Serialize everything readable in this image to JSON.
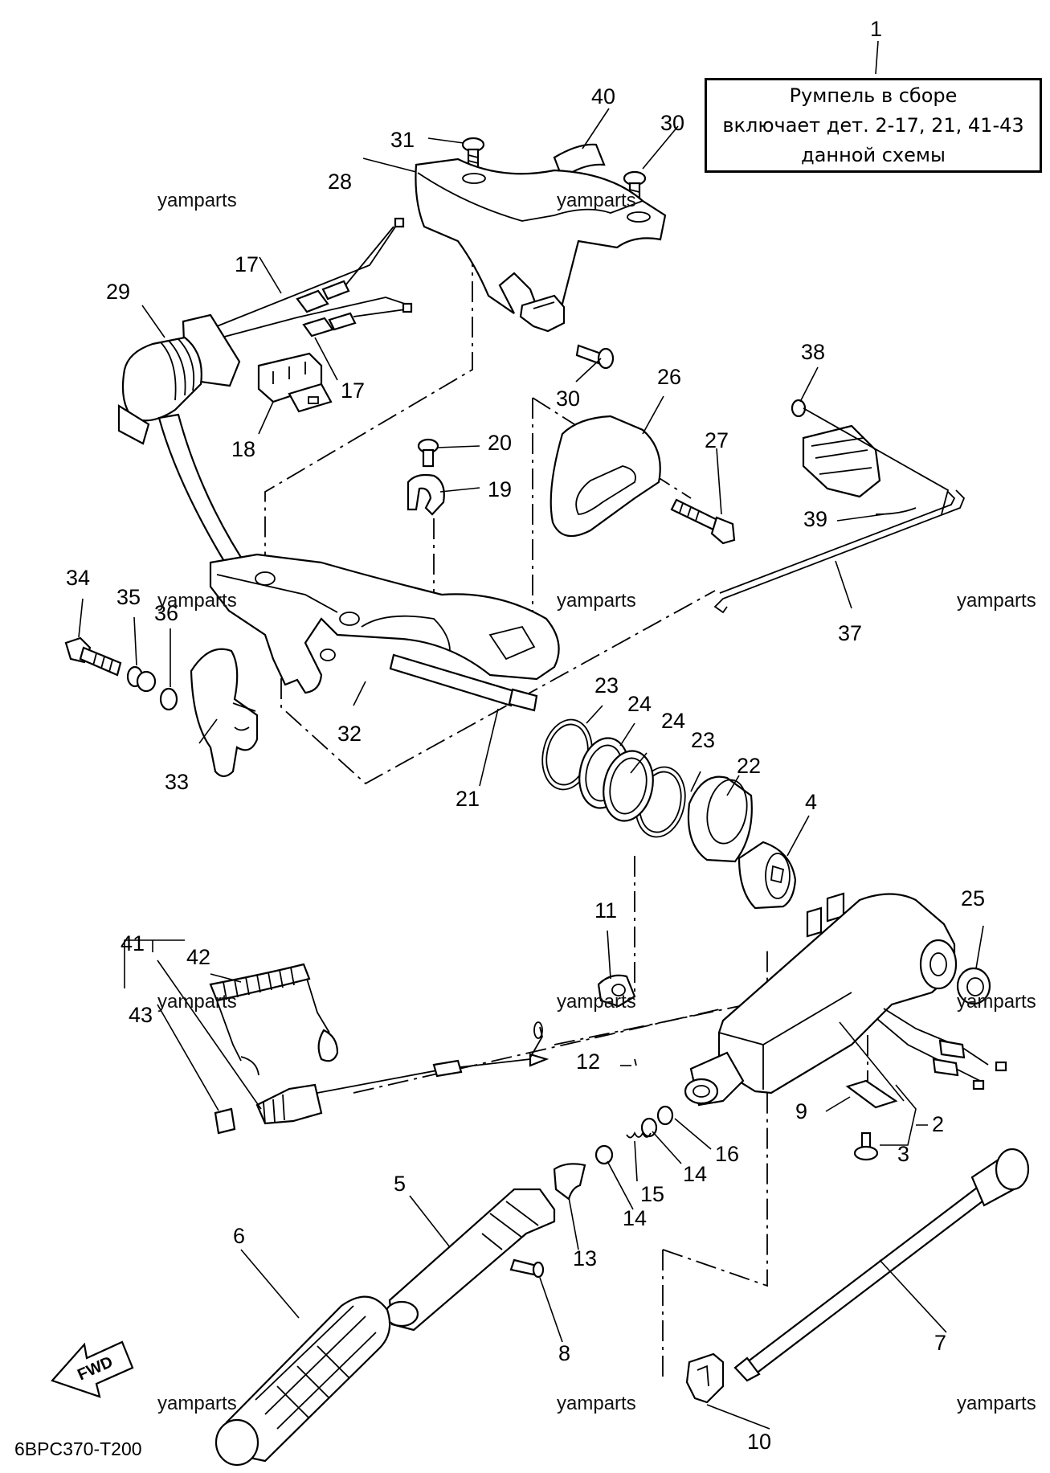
{
  "caption": {
    "line1": "Румпель в сборе",
    "line2": "включает дет. 2-17, 21, 41-43",
    "line3": "данной схемы"
  },
  "diagram_code": "6BPC370-T200",
  "fwd_label": "FWD",
  "watermark": "yamparts",
  "callouts": {
    "c1": "1",
    "c2": "2",
    "c3": "3",
    "c4": "4",
    "c5": "5",
    "c6": "6",
    "c7": "7",
    "c8": "8",
    "c9": "9",
    "c10": "10",
    "c11": "11",
    "c12": "12",
    "c13": "13",
    "c14a": "14",
    "c14b": "14",
    "c15": "15",
    "c16": "16",
    "c17a": "17",
    "c17b": "17",
    "c18": "18",
    "c19": "19",
    "c20": "20",
    "c21": "21",
    "c22": "22",
    "c23a": "23",
    "c23b": "23",
    "c24a": "24",
    "c24b": "24",
    "c25": "25",
    "c26": "26",
    "c27": "27",
    "c28": "28",
    "c29": "29",
    "c30a": "30",
    "c30b": "30",
    "c31": "31",
    "c32": "32",
    "c33": "33",
    "c34": "34",
    "c35": "35",
    "c36": "36",
    "c37": "37",
    "c38": "38",
    "c39": "39",
    "c40": "40",
    "c41": "41",
    "c42": "42",
    "c43": "43"
  }
}
